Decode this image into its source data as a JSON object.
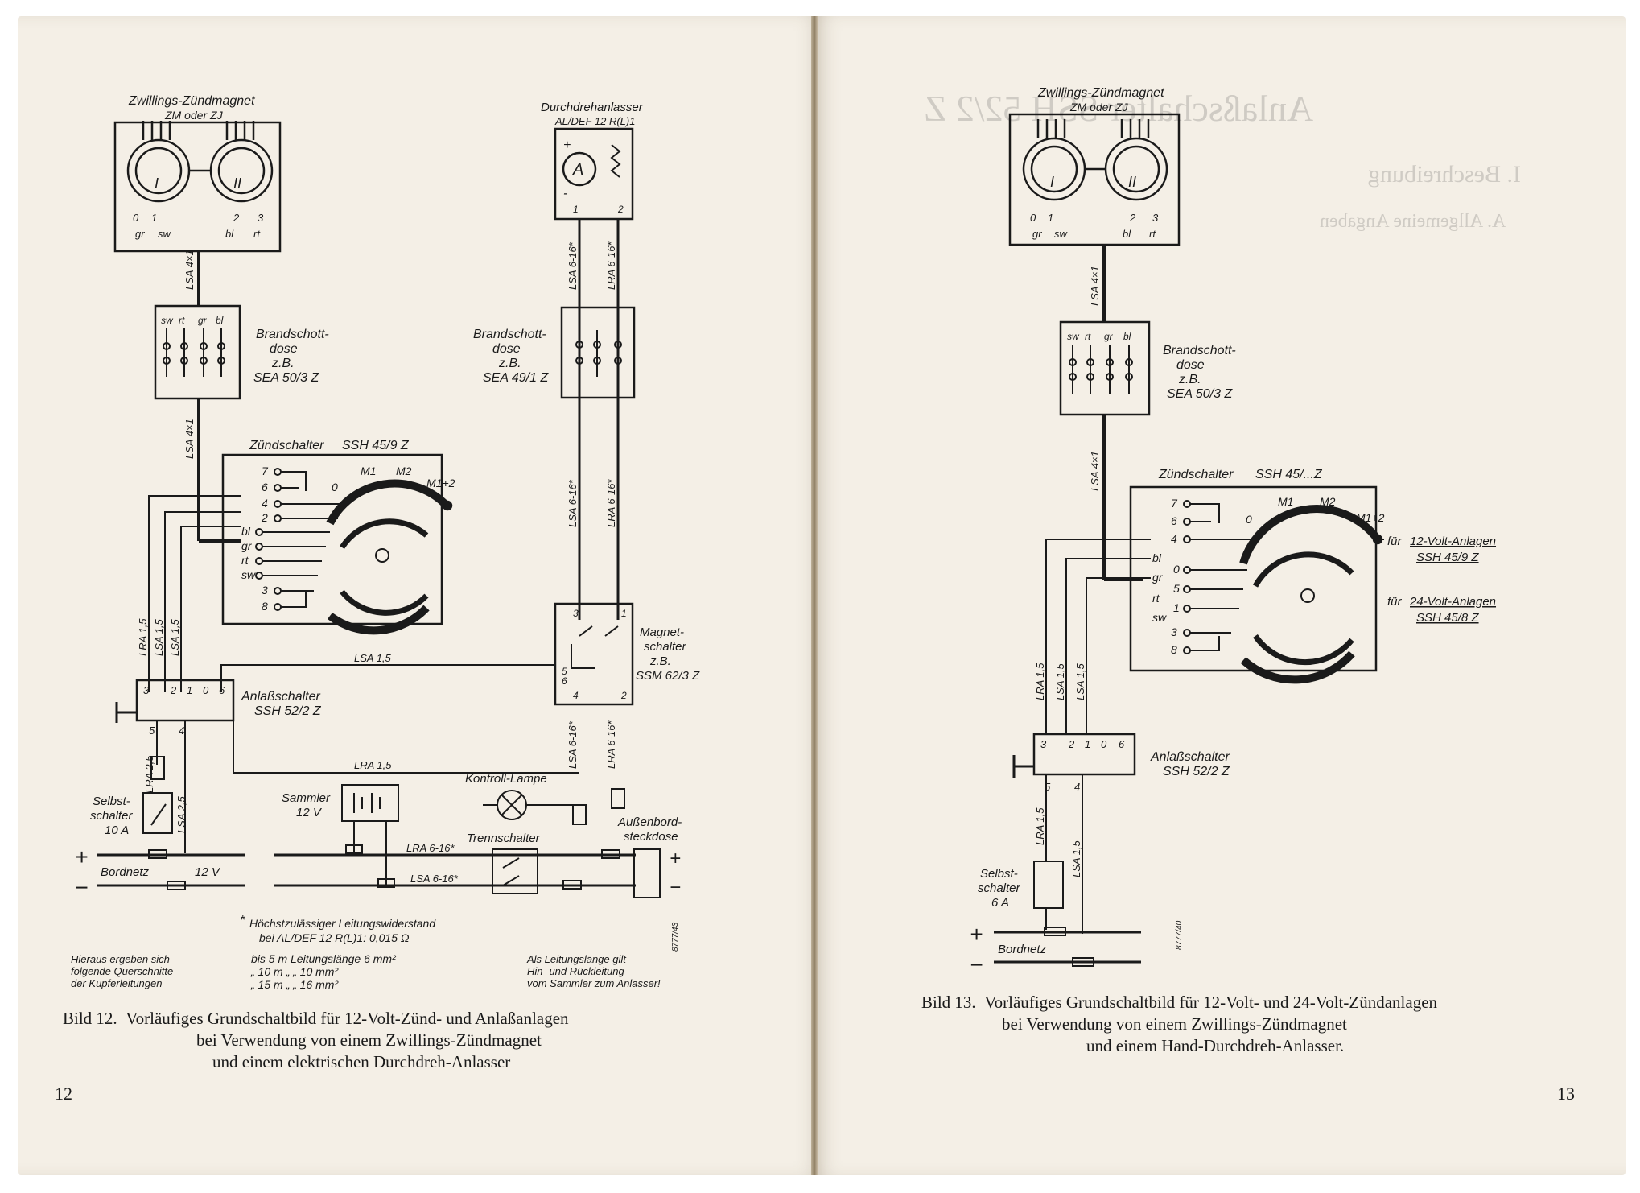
{
  "left": {
    "magneto": {
      "title": "Zwillings-Zündmagnet",
      "subtitle": "ZM oder ZJ",
      "rotor1": "I",
      "rotor2": "II",
      "terminals": [
        "0",
        "1",
        "2",
        "3"
      ],
      "wires": [
        "gr",
        "sw",
        "bl",
        "rt"
      ]
    },
    "starter": {
      "title": "Durchdrehanlasser",
      "model": "AL/DEF 12 R(L)1",
      "symbol": "A",
      "plus": "+",
      "minus": "-",
      "pins": [
        "1",
        "2"
      ]
    },
    "cables": {
      "lsa4x1": "LSA 4×1",
      "lsa6": "LSA 6-16*",
      "lra6": "LRA 6-16*",
      "lra15": "LRA 1,5",
      "lsa15": "LSA 1,5",
      "lra25": "LRA 2,5",
      "lsa25": "LSA 2,5"
    },
    "firewall1": {
      "name": "Brandschott-",
      "name2": "dose",
      "zb": "z.B.",
      "model": "SEA 50/3 Z",
      "wires": [
        "sw",
        "rt",
        "gr",
        "bl"
      ]
    },
    "firewall2": {
      "name": "Brandschott-",
      "name2": "dose",
      "zb": "z.B.",
      "model": "SEA 49/1 Z"
    },
    "ignition": {
      "name": "Zündschalter",
      "model": "SSH 45/9 Z",
      "positions": [
        "0",
        "M1",
        "M2",
        "M1+2"
      ],
      "terms": [
        "7",
        "6",
        "4",
        "2",
        "bl",
        "gr",
        "rt",
        "sw",
        "3",
        "8"
      ]
    },
    "magnet_switch": {
      "name": "Magnet-",
      "name2": "schalter",
      "zb": "z.B.",
      "model": "SSM 62/3 Z",
      "pins": [
        "3",
        "1",
        "5",
        "4",
        "6",
        "2"
      ]
    },
    "starter_switch": {
      "name": "Anlaßschalter",
      "model": "SSH 52/2 Z",
      "pins": [
        "3",
        "2",
        "1",
        "0",
        "6",
        "5",
        "4"
      ]
    },
    "self_switch": {
      "name": "Selbst-",
      "name2": "schalter",
      "rating": "10 A"
    },
    "battery": {
      "name": "Sammler",
      "volt": "12 V"
    },
    "lamp": {
      "name": "Kontroll-Lampe"
    },
    "disconnect": {
      "name": "Trennschalter"
    },
    "socket": {
      "name": "Außenbord-",
      "name2": "steckdose"
    },
    "bus": {
      "plus": "+",
      "minus": "−",
      "name": "Bordnetz",
      "volt": "12 V"
    },
    "note": {
      "star": "*",
      "line1": "Höchstzulässiger Leitungswiderstand",
      "line2": "bei AL/DEF 12 R(L)1: 0,015 Ω",
      "rows_left": [
        "Hieraus ergeben sich",
        "folgende Querschnitte",
        "der Kupferleitungen"
      ],
      "rows_mid": [
        "bis  5 m  Leitungslänge  6 mm²",
        "„  10 m   „   „  10 mm²",
        "„  15 m   „   „  16 mm²"
      ],
      "rows_right": [
        "Als Leitungslänge gilt",
        "Hin- und Rückleitung",
        "vom Sammler zum Anlasser!"
      ],
      "ref": "8777/43"
    },
    "caption": {
      "label": "Bild 12.",
      "line1": "Vorläufiges Grundschaltbild für 12-Volt-Zünd- und Anlaßanlagen",
      "line2": "bei Verwendung von einem Zwillings-Zündmagnet",
      "line3": "und einem elektrischen Durchdreh-Anlasser"
    },
    "page_number": "12"
  },
  "right": {
    "magneto": {
      "title": "Zwillings-Zündmagnet",
      "subtitle": "ZM oder ZJ",
      "rotor1": "I",
      "rotor2": "II",
      "terminals": [
        "0",
        "1",
        "2",
        "3"
      ],
      "wires": [
        "gr",
        "sw",
        "bl",
        "rt"
      ]
    },
    "cables": {
      "lsa4x1": "LSA 4×1",
      "lra15": "LRA 1,5",
      "lsa15": "LSA 1,5"
    },
    "firewall": {
      "name": "Brandschott-",
      "name2": "dose",
      "zb": "z.B.",
      "model": "SEA 50/3 Z",
      "wires": [
        "sw",
        "rt",
        "gr",
        "bl"
      ]
    },
    "ignition": {
      "name": "Zündschalter",
      "model": "SSH 45/...Z",
      "positions": [
        "0",
        "M1",
        "M2",
        "M1+2"
      ],
      "terms": [
        "7",
        "6",
        "4",
        "bl",
        "0",
        "gr",
        "5",
        "rt",
        "1",
        "sw",
        "3",
        "8"
      ]
    },
    "variant12": {
      "prefix": "für",
      "label": "12-Volt-Anlagen",
      "model": "SSH 45/9 Z"
    },
    "variant24": {
      "prefix": "für",
      "label": "24-Volt-Anlagen",
      "model": "SSH 45/8 Z"
    },
    "starter_switch": {
      "name": "Anlaßschalter",
      "model": "SSH 52/2 Z",
      "pins": [
        "3",
        "2",
        "1",
        "0",
        "6",
        "5",
        "4"
      ]
    },
    "self_switch": {
      "name": "Selbst-",
      "name2": "schalter",
      "rating": "6 A"
    },
    "bus": {
      "plus": "+",
      "minus": "−",
      "name": "Bordnetz"
    },
    "ref": "8777/40",
    "caption": {
      "label": "Bild 13.",
      "line1": "Vorläufiges Grundschaltbild für 12-Volt- und 24-Volt-Zündanlagen",
      "line2": "bei Verwendung von einem Zwillings-Zündmagnet",
      "line3": "und einem Hand-Durchdreh-Anlasser."
    },
    "page_number": "13"
  },
  "bleed": {
    "heading": "Anlaßschalter SSH 52/2 Z",
    "section": "I. Beschreibung",
    "sub": "A. Allgemeine Angaben"
  }
}
